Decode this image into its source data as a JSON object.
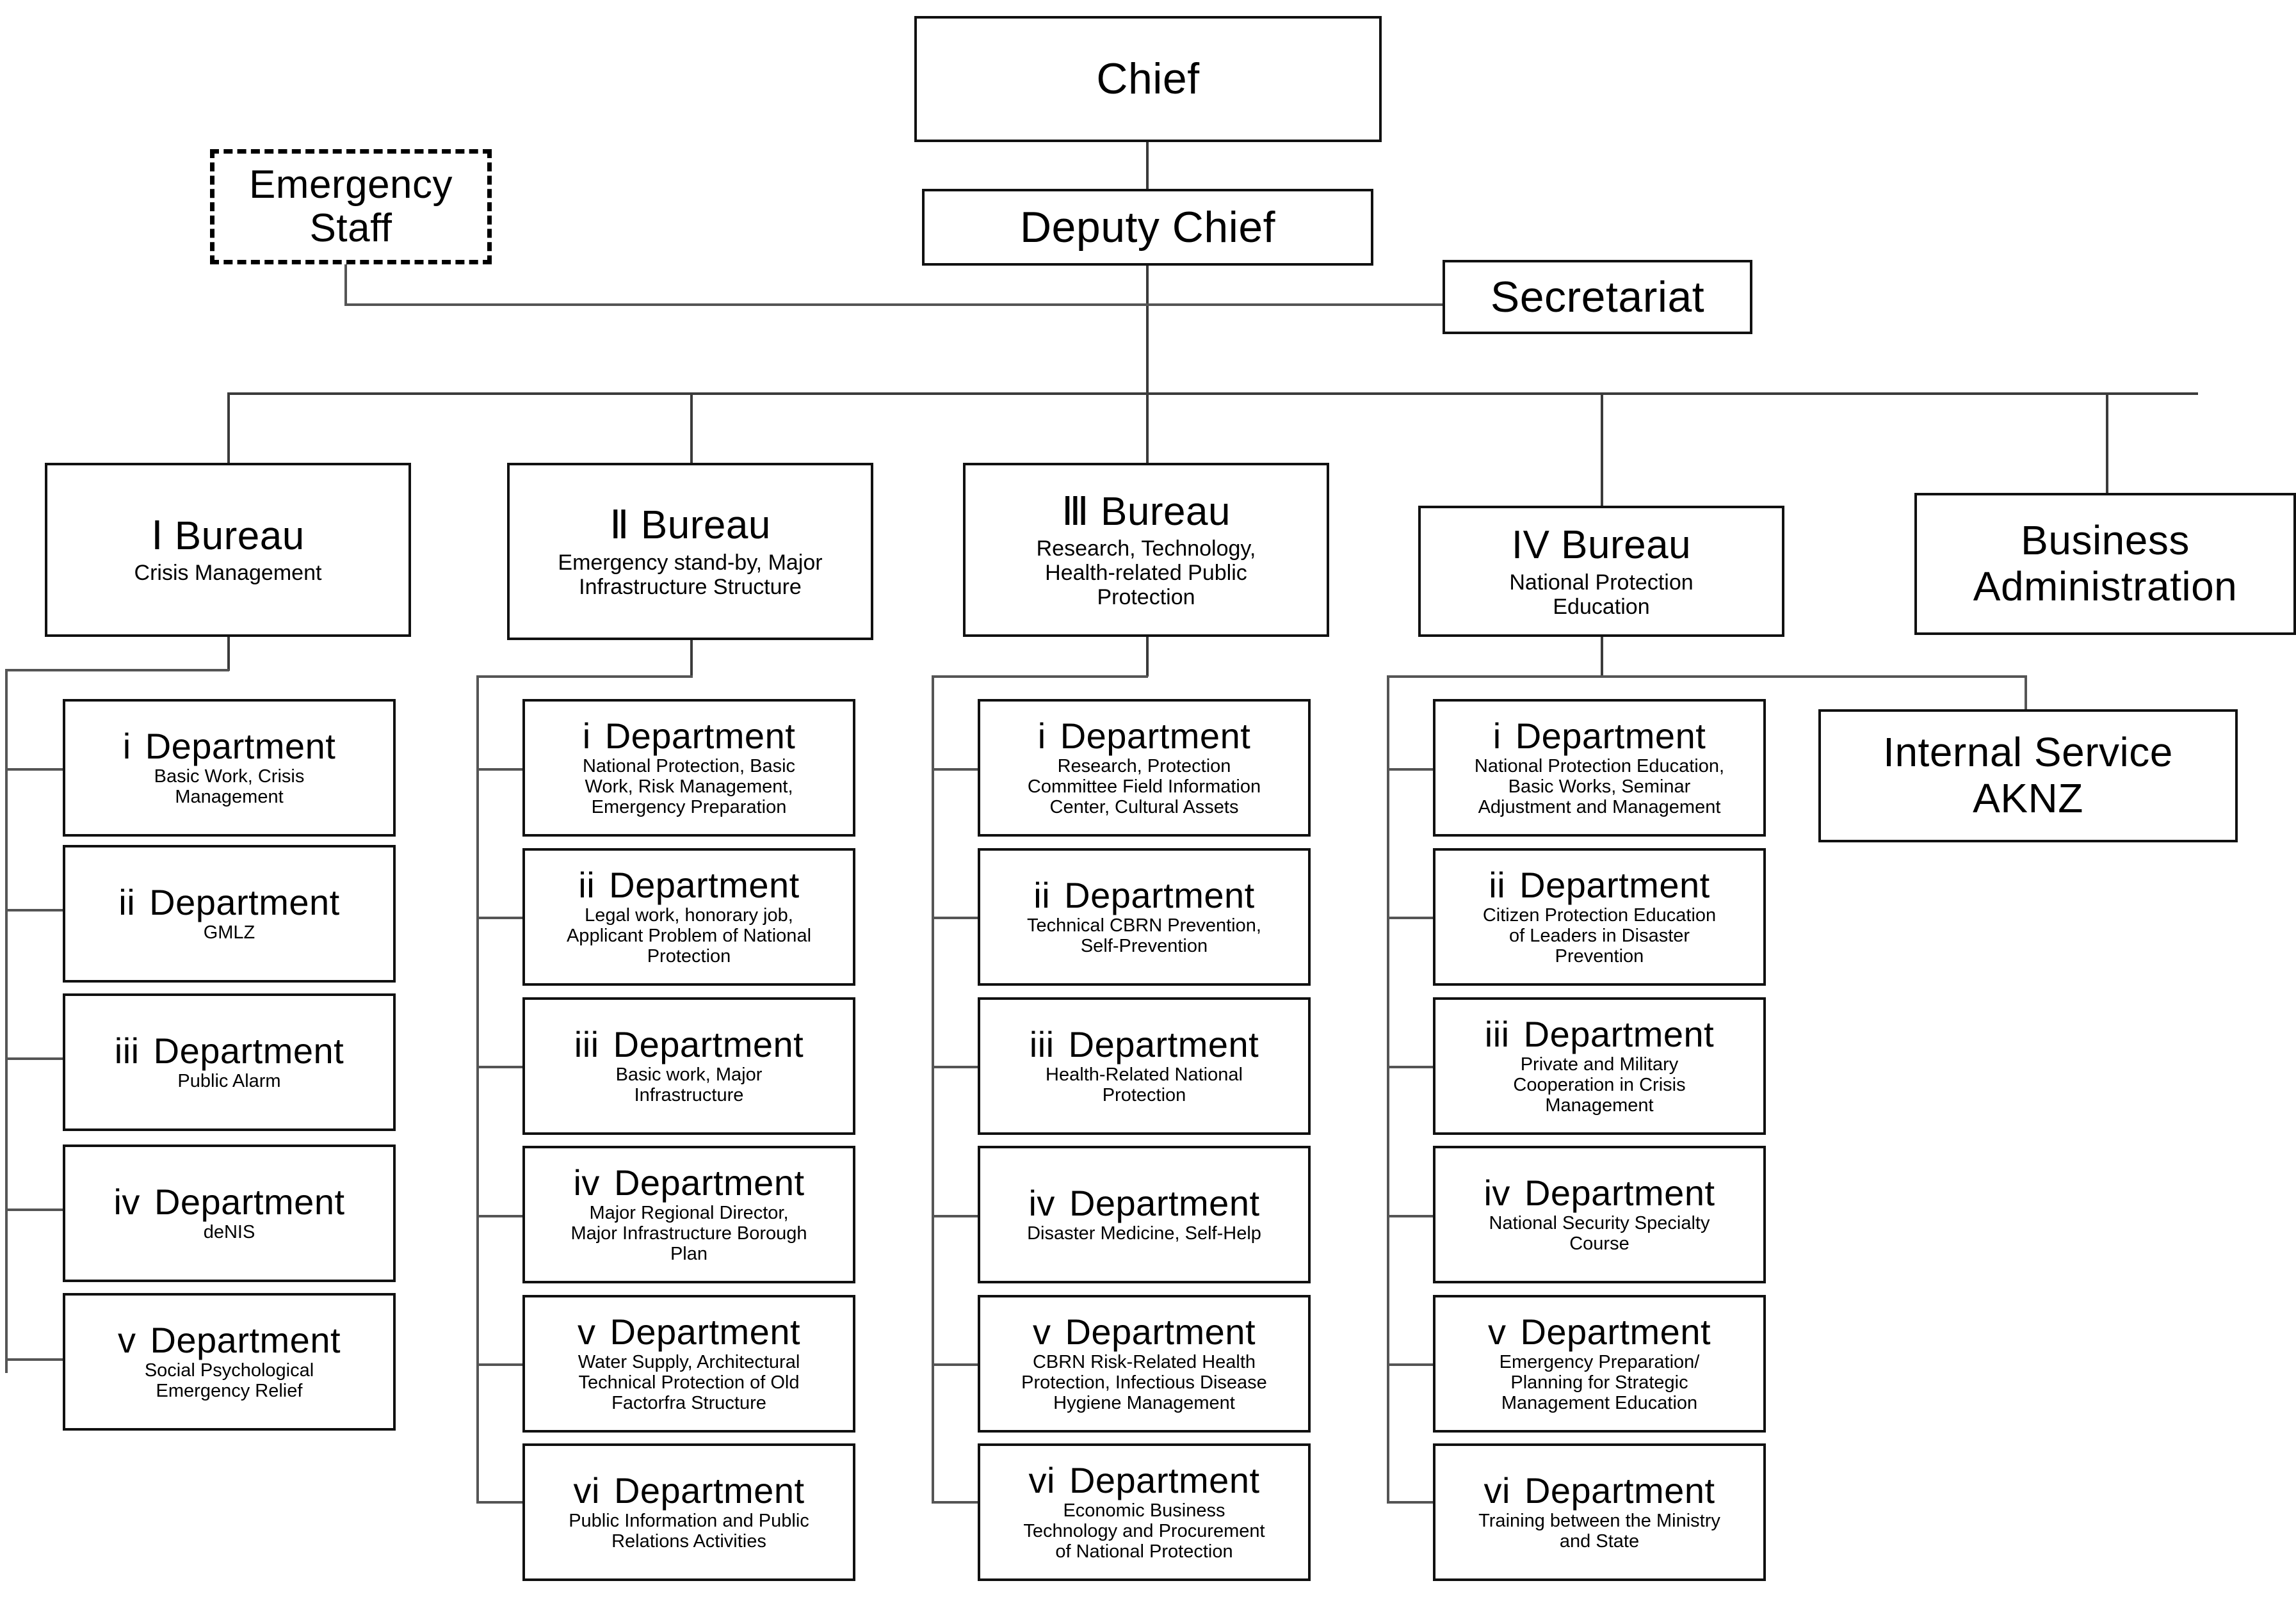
{
  "chart_data": {
    "type": "diagram",
    "title": "Organizational Structure Chart",
    "orientation": "top-down org chart"
  },
  "top": {
    "chief": {
      "title": "Chief"
    },
    "deputy_chief": {
      "title": "Deputy Chief"
    },
    "secretariat": {
      "title": "Secretariat"
    },
    "emergency_staff": {
      "title": "Emergency\nStaff"
    }
  },
  "bureaus": [
    {
      "title": "Ⅰ Bureau",
      "subtitle": "Crisis Management",
      "departments": [
        {
          "numeral": "i",
          "label": "Department",
          "subtitle": "Basic Work, Crisis\nManagement"
        },
        {
          "numeral": "ii",
          "label": "Department",
          "subtitle": "GMLZ"
        },
        {
          "numeral": "iii",
          "label": "Department",
          "subtitle": "Public Alarm"
        },
        {
          "numeral": "iv",
          "label": "Department",
          "subtitle": "deNIS"
        },
        {
          "numeral": "v",
          "label": "Department",
          "subtitle": "Social Psychological\nEmergency Relief"
        }
      ]
    },
    {
      "title": "Ⅱ Bureau",
      "subtitle": "Emergency stand-by, Major\nInfrastructure Structure",
      "departments": [
        {
          "numeral": "i",
          "label": "Department",
          "subtitle": "National Protection, Basic\nWork, Risk Management,\nEmergency Preparation"
        },
        {
          "numeral": "ii",
          "label": "Department",
          "subtitle": "Legal work, honorary job,\nApplicant Problem of National\nProtection"
        },
        {
          "numeral": "iii",
          "label": "Department",
          "subtitle": "Basic work, Major\nInfrastructure"
        },
        {
          "numeral": "iv",
          "label": "Department",
          "subtitle": "Major Regional Director,\nMajor Infrastructure Borough\nPlan"
        },
        {
          "numeral": "v",
          "label": "Department",
          "subtitle": "Water Supply, Architectural\nTechnical Protection of Old\nFactorfra Structure"
        },
        {
          "numeral": "vi",
          "label": "Department",
          "subtitle": "Public Information and Public\nRelations Activities"
        }
      ]
    },
    {
      "title": "Ⅲ Bureau",
      "subtitle": "Research, Technology,\nHealth-related Public\nProtection",
      "departments": [
        {
          "numeral": "i",
          "label": "Department",
          "subtitle": "Research, Protection\nCommittee Field Information\nCenter, Cultural Assets"
        },
        {
          "numeral": "ii",
          "label": "Department",
          "subtitle": "Technical CBRN Prevention,\nSelf-Prevention"
        },
        {
          "numeral": "iii",
          "label": "Department",
          "subtitle": "Health-Related National\nProtection"
        },
        {
          "numeral": "iv",
          "label": "Department",
          "subtitle": "Disaster Medicine, Self-Help"
        },
        {
          "numeral": "v",
          "label": "Department",
          "subtitle": "CBRN Risk-Related Health\nProtection, Infectious Disease\nHygiene Management"
        },
        {
          "numeral": "vi",
          "label": "Department",
          "subtitle": "Economic Business\nTechnology and Procurement\nof National Protection"
        }
      ]
    },
    {
      "title": "IV Bureau",
      "subtitle": "National Protection\nEducation",
      "departments": [
        {
          "numeral": "i",
          "label": "Department",
          "subtitle": "National Protection Education,\nBasic Works, Seminar\nAdjustment and Management"
        },
        {
          "numeral": "ii",
          "label": "Department",
          "subtitle": "Citizen Protection Education\nof Leaders in Disaster\nPrevention"
        },
        {
          "numeral": "iii",
          "label": "Department",
          "subtitle": "Private and Military\nCooperation in Crisis\nManagement"
        },
        {
          "numeral": "iv",
          "label": "Department",
          "subtitle": "National Security Specialty\nCourse"
        },
        {
          "numeral": "v",
          "label": "Department",
          "subtitle": "Emergency Preparation/\nPlanning for Strategic\nManagement Education"
        },
        {
          "numeral": "vi",
          "label": "Department",
          "subtitle": "Training between the Ministry\nand State"
        }
      ]
    }
  ],
  "side": {
    "business_administration": {
      "title": "Business\nAdministration"
    },
    "internal_service": {
      "title": "Internal Service\nAKNZ"
    }
  },
  "colors": {
    "box_border": "#111111",
    "line": "#3b3b3b",
    "background": "#ffffff",
    "text": "#000000"
  }
}
